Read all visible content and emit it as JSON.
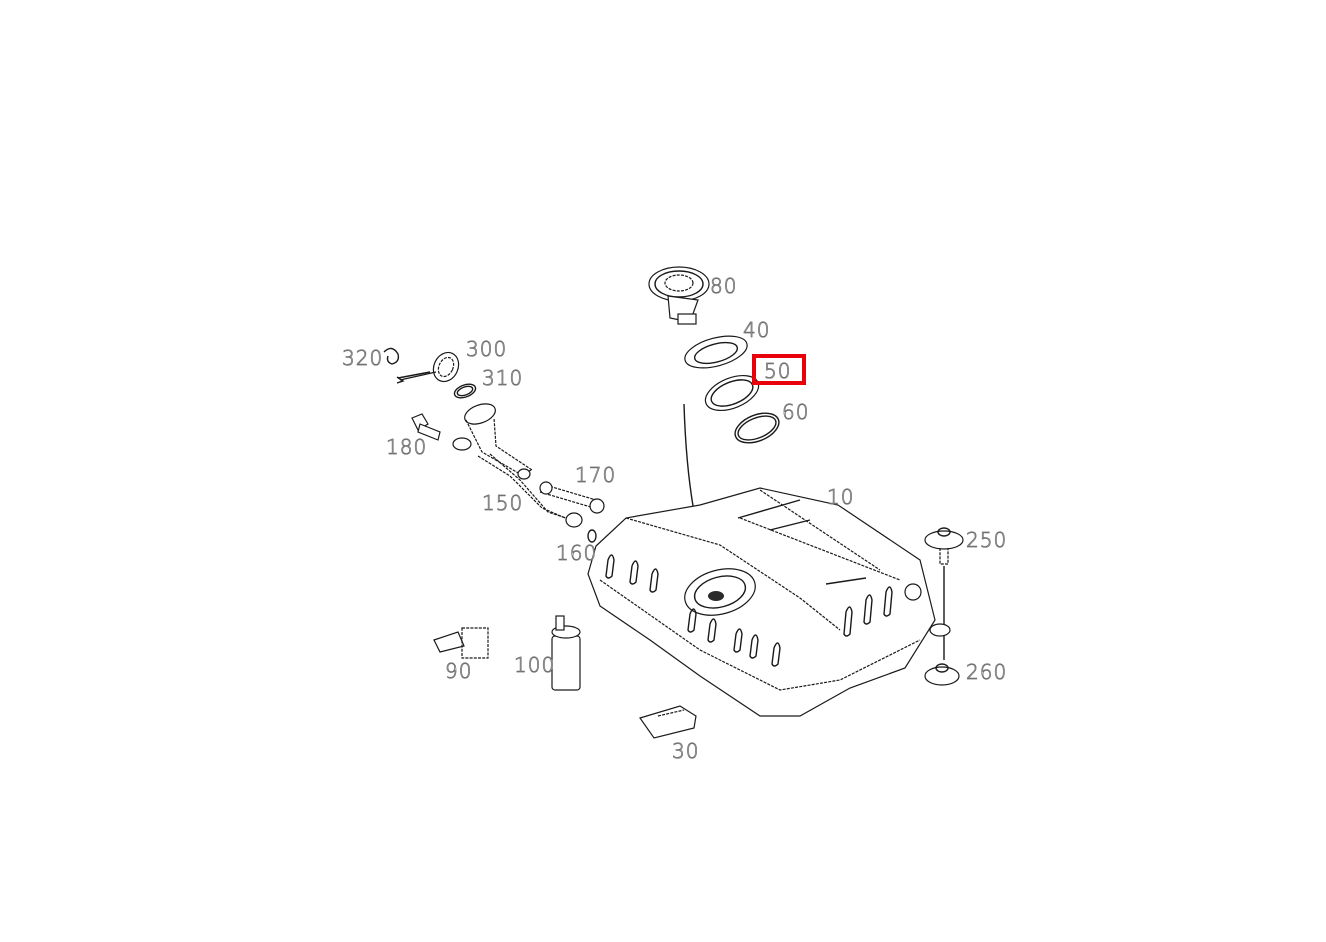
{
  "diagram": {
    "type": "exploded-parts-diagram",
    "subject": "fuel tank assembly",
    "background_color": "#ffffff",
    "line_color": "#1a1a1a",
    "label_color": "#707070",
    "highlight_color": "#e8000b",
    "highlighted_part": "50",
    "parts": [
      {
        "id": "80",
        "label": "80",
        "desc": "fuel sender unit flange"
      },
      {
        "id": "40",
        "label": "40",
        "desc": "locking ring"
      },
      {
        "id": "50",
        "label": "50",
        "desc": "seal ring (highlighted)"
      },
      {
        "id": "60",
        "label": "60",
        "desc": "O-ring"
      },
      {
        "id": "10",
        "label": "10",
        "desc": "fuel tank"
      },
      {
        "id": "300",
        "label": "300",
        "desc": "filler cap"
      },
      {
        "id": "310",
        "label": "310",
        "desc": "seal"
      },
      {
        "id": "320",
        "label": "320",
        "desc": "clip"
      },
      {
        "id": "180",
        "label": "180",
        "desc": "bolt"
      },
      {
        "id": "150",
        "label": "150",
        "desc": "filler neck"
      },
      {
        "id": "170",
        "label": "170",
        "desc": "vent hose"
      },
      {
        "id": "160",
        "label": "160",
        "desc": "O-ring"
      },
      {
        "id": "250",
        "label": "250",
        "desc": "mounting bolt"
      },
      {
        "id": "260",
        "label": "260",
        "desc": "rubber mount"
      },
      {
        "id": "90",
        "label": "90",
        "desc": "connector"
      },
      {
        "id": "100",
        "label": "100",
        "desc": "fuel filter"
      },
      {
        "id": "30",
        "label": "30",
        "desc": "bracket"
      }
    ]
  }
}
